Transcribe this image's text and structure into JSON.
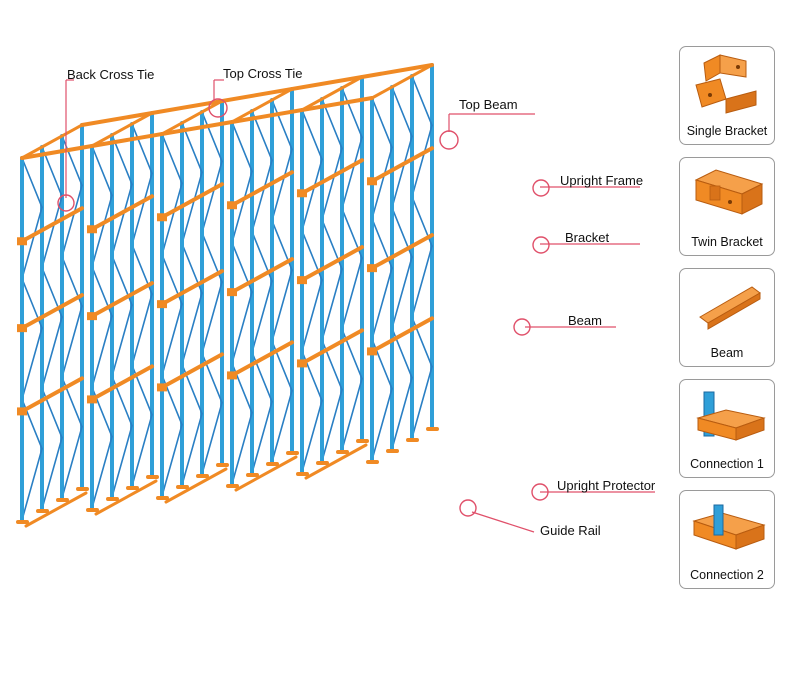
{
  "colors": {
    "upright": "#2f9fd8",
    "bracing": "#2a7fc4",
    "beam": "#f08a24",
    "callout": "#e0506a"
  },
  "callouts": {
    "back_cross_tie": "Back Cross Tie",
    "top_cross_tie": "Top Cross Tie",
    "top_beam": "Top Beam",
    "upright_frame": "Upright Frame",
    "bracket": "Bracket",
    "beam": "Beam",
    "upright_protector": "Upright Protector",
    "guide_rail": "Guide Rail"
  },
  "parts": [
    {
      "label": "Single Bracket",
      "icon": "single-bracket-icon"
    },
    {
      "label": "Twin Bracket",
      "icon": "twin-bracket-icon"
    },
    {
      "label": "Beam",
      "icon": "beam-icon"
    },
    {
      "label": "Connection 1",
      "icon": "connection-1-icon"
    },
    {
      "label": "Connection 2",
      "icon": "connection-2-icon"
    }
  ]
}
